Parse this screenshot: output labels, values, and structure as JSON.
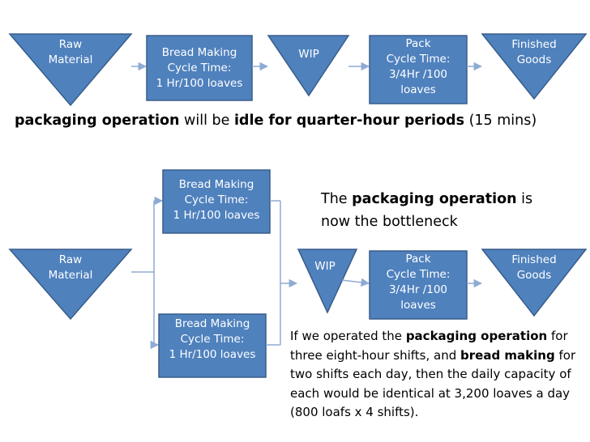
{
  "top_flow": {
    "raw_material": "Raw\nMaterial",
    "bread_making": "Bread  Making\nCycle Time:\n1 Hr/100 loaves",
    "wip": "WIP",
    "pack": "Pack\nCycle Time:\n3/4Hr /100\nloaves",
    "finished_goods": "Finished\nGoods"
  },
  "caption": {
    "part1": "packaging operation",
    "part2": " will be ",
    "part3": "idle for quarter-hour periods",
    "part4": " (15 mins)"
  },
  "bottom_flow": {
    "raw_material": "Raw\nMaterial",
    "bread_making_1": "Bread  Making\nCycle Time:\n1 Hr/100 loaves",
    "bread_making_2": "Bread  Making\nCycle Time:\n1 Hr/100 loaves",
    "wip": "WIP",
    "pack": "Pack\nCycle Time:\n3/4Hr /100\nloaves",
    "finished_goods": "Finished\nGoods"
  },
  "bottleneck": {
    "prefix": "The ",
    "bold": "packaging operation",
    "suffix": " is\nnow the bottleneck"
  },
  "explanation": {
    "t1": "If we operated the ",
    "b1": "packaging operation",
    "t2": " for three eight-hour shifts, and ",
    "b2": "bread making",
    "t3": " for two shifts each day, then the daily capacity of each would be identical at 3,200 loaves a day (800 loafs x 4 shifts)."
  },
  "colors": {
    "shape_fill": "#4f81bd",
    "shape_stroke": "#385d8a",
    "connector": "#8eabd3"
  }
}
